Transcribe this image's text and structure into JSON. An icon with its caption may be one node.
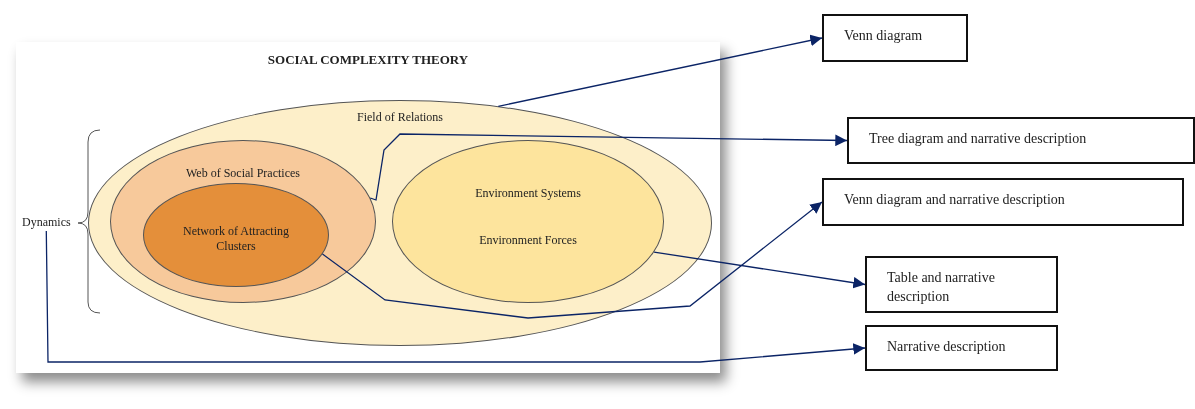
{
  "diagram": {
    "title": "SOCIAL COMPLEXITY THEORY",
    "nodes": [
      {
        "text": [
          "Field of Relations"
        ]
      },
      {
        "text": [
          "Web of Social Practices"
        ],
        "in": 0
      },
      {
        "text": [
          "Network of Attracting Clusters"
        ],
        "in": 1
      },
      {
        "text": [
          "Environment Systems",
          "Environment Forces"
        ],
        "in": 0
      },
      {
        "text": [
          "Dynamics"
        ]
      },
      {
        "text": [
          "Venn diagram"
        ]
      },
      {
        "text": [
          "Tree diagram and narrative description"
        ]
      },
      {
        "text": [
          "Venn diagram and narrative description"
        ]
      },
      {
        "text": [
          "Table and narrative description"
        ]
      },
      {
        "text": [
          "Narrative description"
        ]
      }
    ],
    "edges": [
      {
        "from": 0,
        "to": 5,
        "arrow": "to"
      },
      {
        "from": 1,
        "to": 6,
        "arrow": "to"
      },
      {
        "from": 2,
        "to": 7,
        "arrow": "to"
      },
      {
        "from": 3,
        "to": 8,
        "arrow": "to"
      },
      {
        "from": 4,
        "to": 9,
        "arrow": "to"
      }
    ]
  }
}
